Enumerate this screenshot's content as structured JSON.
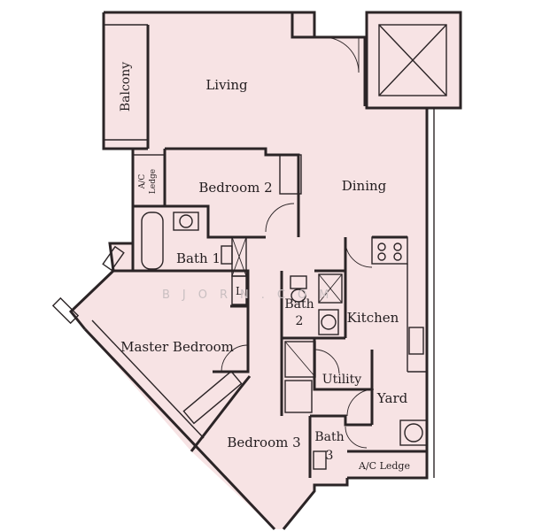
{
  "rooms": {
    "living": "Living",
    "balcony": "Balcony",
    "dining": "Dining",
    "bedroom2": "Bedroom 2",
    "ac_ledge_left_top": "A/C",
    "ac_ledge_left_bottom": "Ledge",
    "bath1": "Bath 1",
    "linen": "L",
    "bath2_top": "Bath",
    "bath2_bottom": "2",
    "kitchen": "Kitchen",
    "master_bedroom": "Master Bedroom",
    "utility": "Utility",
    "yard": "Yard",
    "bath3_top": "Bath",
    "bath3_bottom": "3",
    "bedroom3": "Bedroom 3",
    "ac_ledge_bottom": "A/C Ledge"
  },
  "watermark": "BJORN.COM",
  "colors": {
    "floor": "#f7e3e4",
    "wall": "#2b2426",
    "background": "#ffffff"
  }
}
